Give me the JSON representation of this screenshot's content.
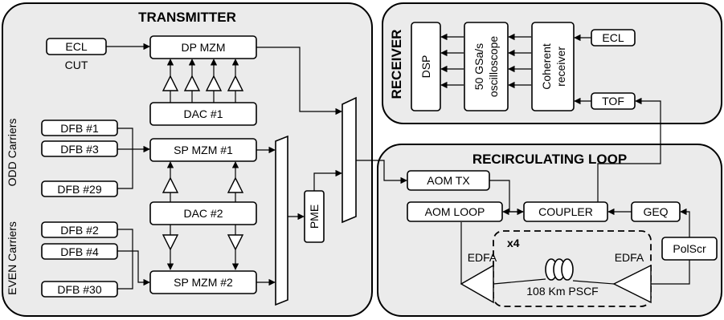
{
  "transmitter": {
    "title": "TRANSMITTER",
    "ecl": "ECL",
    "cut": "CUT",
    "dp_mzm": "DP MZM",
    "dac1": "DAC #1",
    "odd_label": "ODD Carriers",
    "even_label": "EVEN Carriers",
    "dfb1": "DFB #1",
    "dfb3": "DFB #3",
    "dfb29": "DFB #29",
    "dfb2": "DFB #2",
    "dfb4": "DFB #4",
    "dfb30": "DFB #30",
    "sp_mzm1": "SP MZM #1",
    "sp_mzm2": "SP MZM #2",
    "dac2": "DAC #2",
    "pme": "PME"
  },
  "receiver": {
    "title": "RECEIVER",
    "dsp": "DSP",
    "osc_line1": "50 GSa/s",
    "osc_line2": "oscilloscope",
    "coh_line1": "Coherent",
    "coh_line2": "receiver",
    "ecl": "ECL",
    "tof": "TOF"
  },
  "loop": {
    "title": "RECIRCULATING LOOP",
    "aom_tx": "AOM TX",
    "aom_loop": "AOM LOOP",
    "coupler": "COUPLER",
    "geq": "GEQ",
    "polscr": "PolScr",
    "edfa_left": "EDFA",
    "edfa_right": "EDFA",
    "repeat": "x4",
    "fiber": "108 Km PSCF"
  },
  "colors": {
    "panel": "#ebebeb",
    "block": "#ffffff",
    "line": "#000000"
  }
}
